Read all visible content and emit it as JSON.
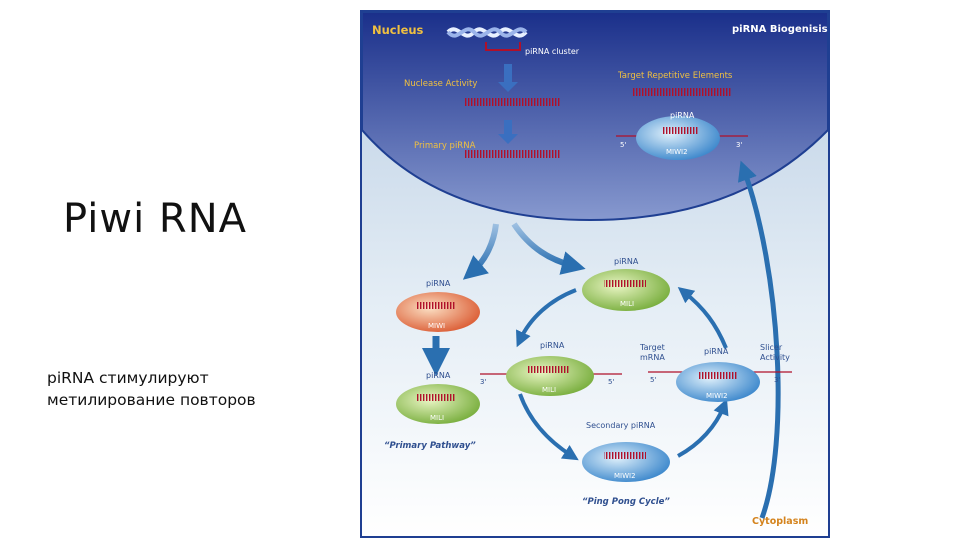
{
  "slide": {
    "title": "Piwi RNA",
    "body_lines": [
      "piRNA стимулируют",
      "метилирование повторов"
    ]
  },
  "diagram": {
    "title": "piRNA Biogenisis",
    "nucleus_label": "Nucleus",
    "cytoplasm_label": "Cytoplasm",
    "pirna_cluster": "piRNA cluster",
    "nuclease_activity": "Nuclease Activity",
    "primary_pirna": "Primary piRNA",
    "target_repetitive": "Target Repetitive Elements",
    "nuclear_complex": {
      "pirna": "piRNA",
      "protein": "MIWI2",
      "five": "5'",
      "three": "3'"
    },
    "miwi_complex": {
      "pirna": "piRNA",
      "protein": "MIWI"
    },
    "mili_lower": {
      "pirna": "piRNA",
      "protein": "MILI"
    },
    "mili_top": {
      "pirna": "piRNA",
      "protein": "MILI"
    },
    "mili_center": {
      "pirna": "piRNA",
      "protein": "MILI",
      "three": "3'",
      "five": "5'"
    },
    "miwi2_right": {
      "pirna": "piRNA",
      "protein": "MIWI2",
      "five": "5'",
      "three": "3'"
    },
    "miwi2_bottom": {
      "title": "Secondary piRNA",
      "protein": "MIWI2"
    },
    "target_mrna": [
      "Target",
      "mRNA"
    ],
    "slicer_activity": [
      "Slicer",
      "Activity"
    ],
    "primary_pathway": "“Primary Pathway”",
    "ping_pong": "“Ping Pong Cycle”",
    "colors": {
      "frame": "#1f3f92",
      "nucleus_top": "#1a2f8a",
      "nucleus_bottom": "#7e92cc",
      "cyto_top": "#c8d7e8",
      "cyto_bottom": "#ffffff",
      "label_yellow": "#f0c040",
      "label_orange": "#d4831d",
      "rna_red": "#b0102a",
      "arrow_blue": "#2a6fb0",
      "mili_green": "#7bb23a",
      "miwi_orange": "#e06a3a",
      "miwi2_blue": "#3a8fd6"
    }
  }
}
